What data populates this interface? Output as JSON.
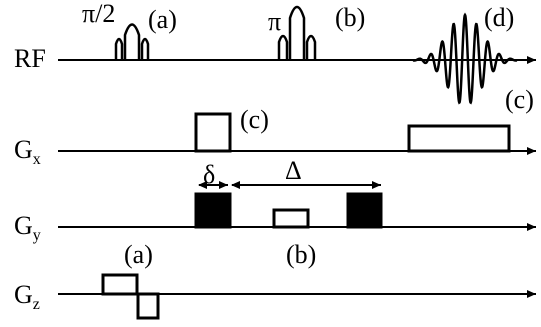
{
  "channels": {
    "rf": {
      "name": "RF",
      "sub": ""
    },
    "gx": {
      "name": "G",
      "sub": "x"
    },
    "gy": {
      "name": "G",
      "sub": "y"
    },
    "gz": {
      "name": "G",
      "sub": "z"
    }
  },
  "pulses": {
    "rf_90": "π/2",
    "rf_180": "π"
  },
  "labels": {
    "a_rf": "(a)",
    "b_rf": "(b)",
    "d_rf": "(d)",
    "c_gx_1": "(c)",
    "c_gx_2": "(c)",
    "b_gy": "(b)",
    "a_gz": "(a)",
    "delta_small": "δ",
    "delta_big": "Δ"
  }
}
